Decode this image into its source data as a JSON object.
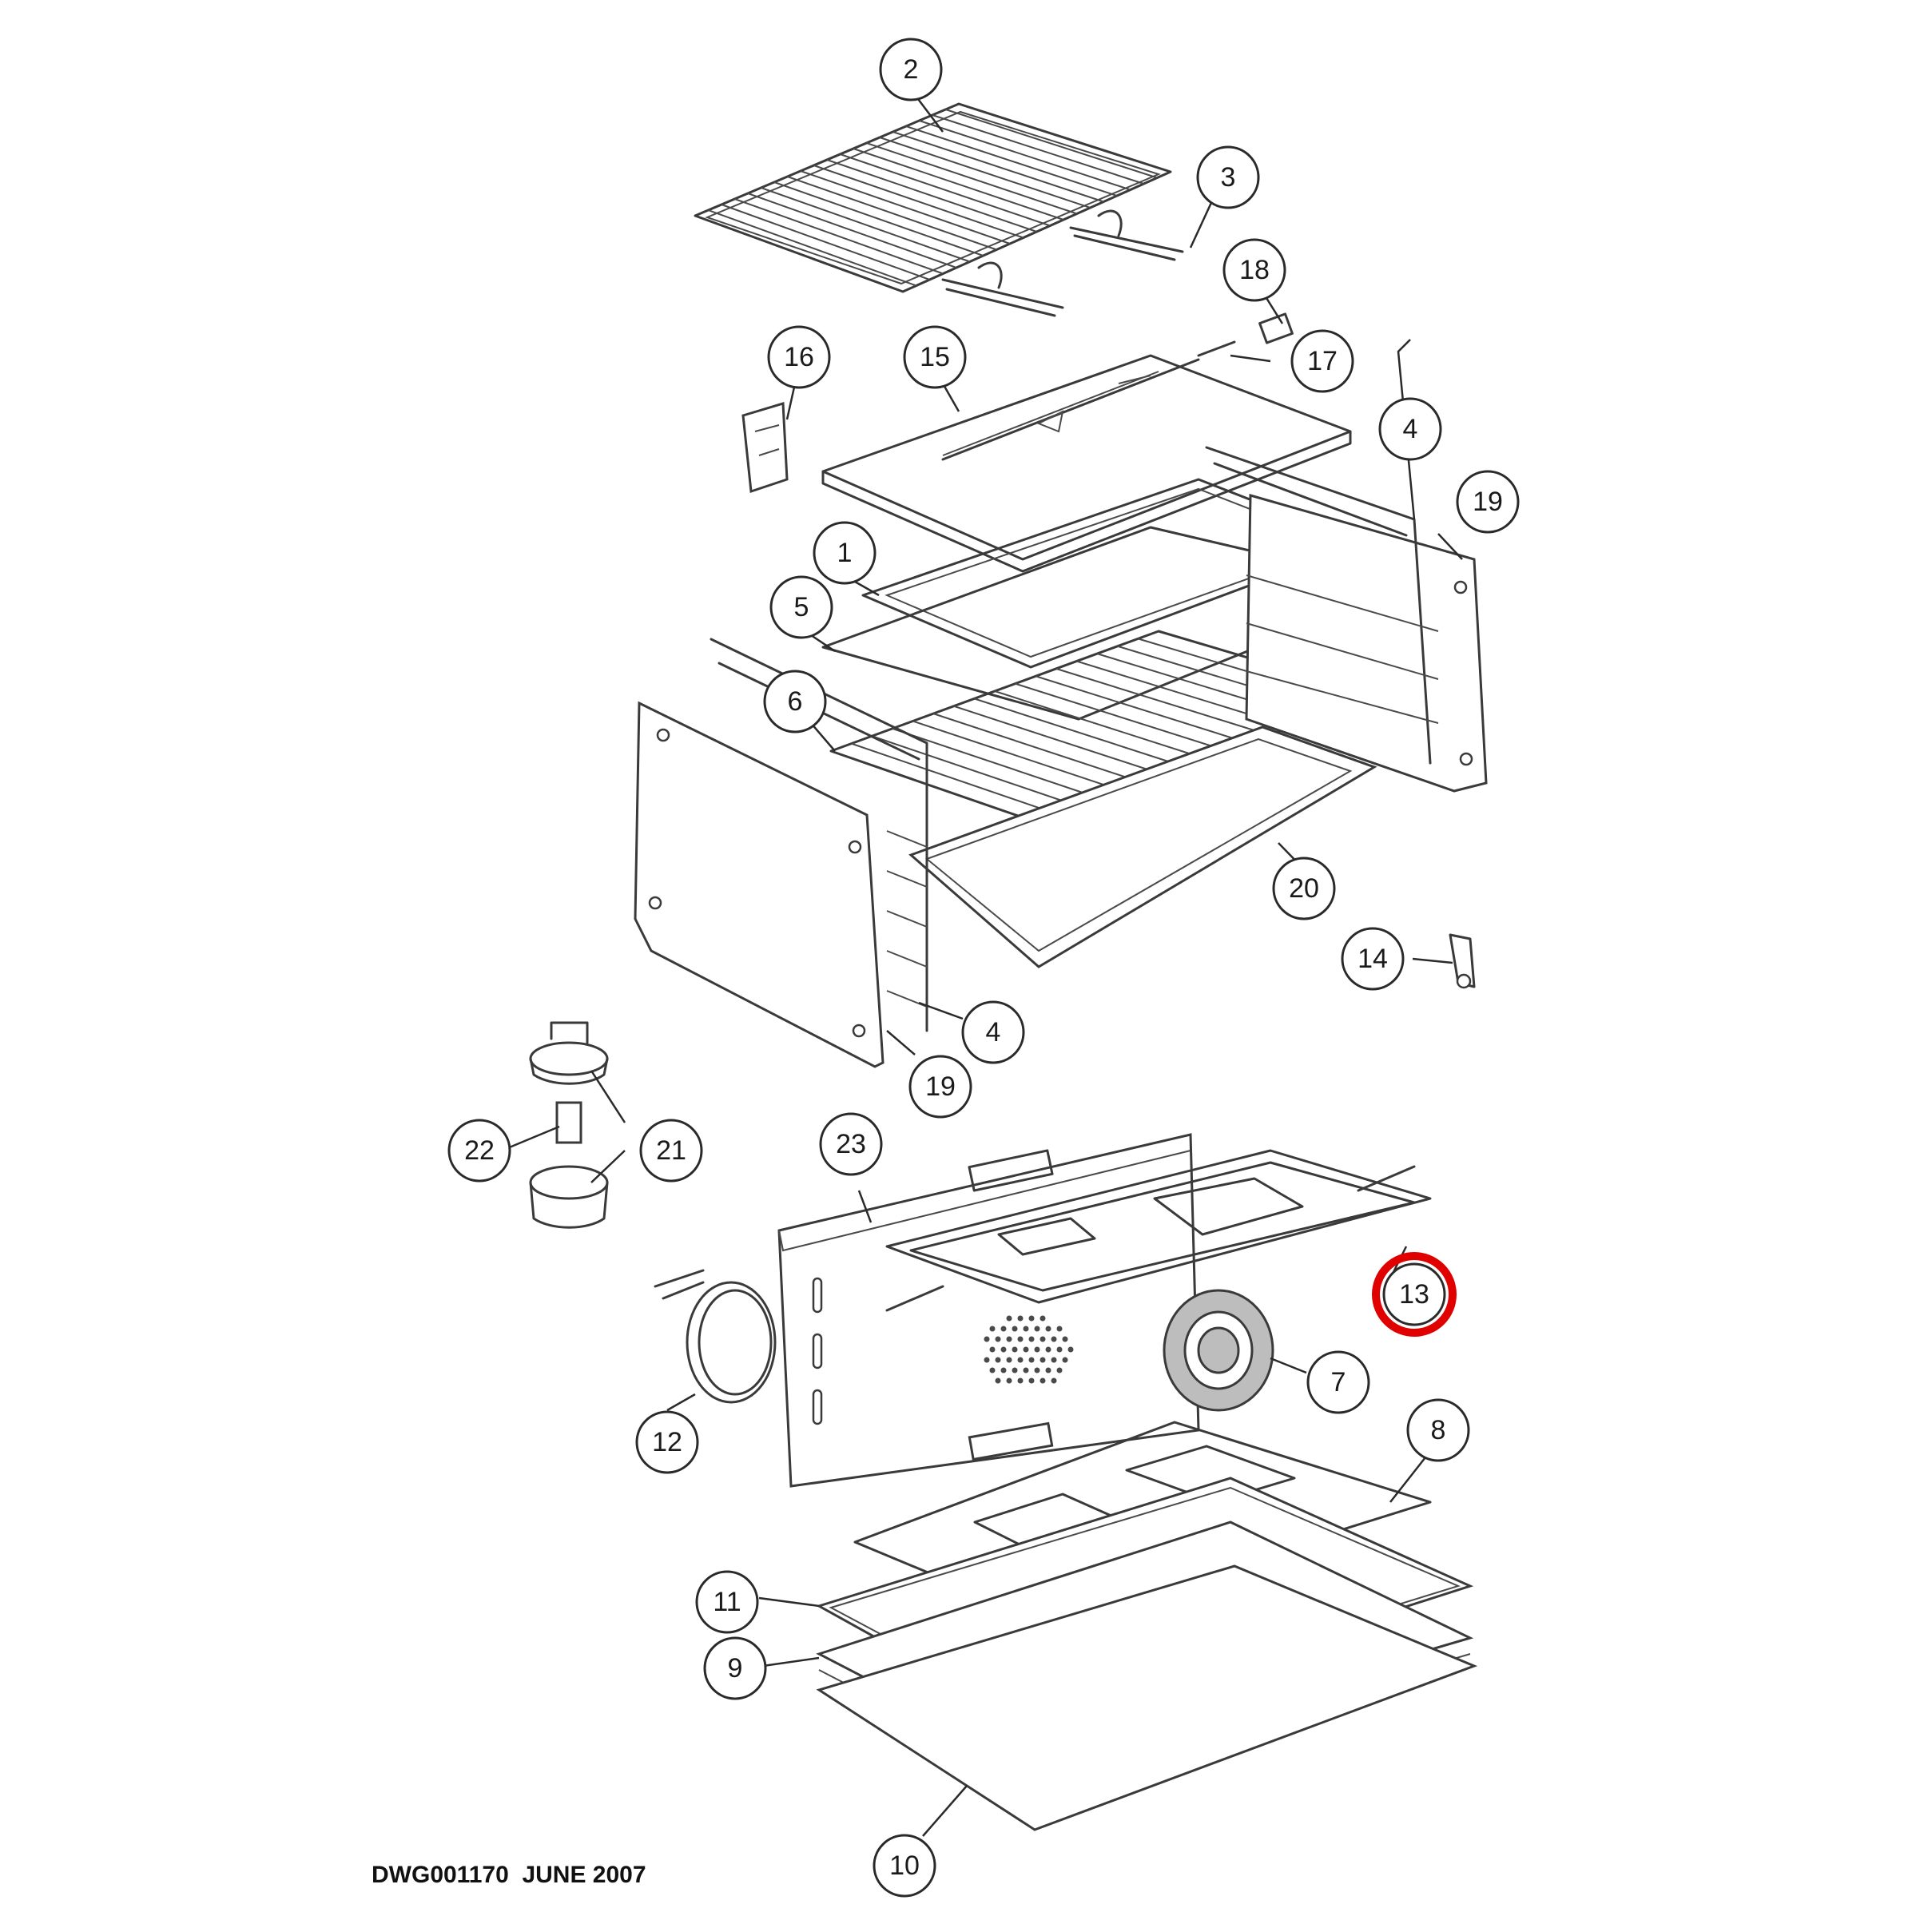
{
  "caption": "DWG001170  JUNE 2007",
  "highlight_color": "#e00000",
  "callouts": [
    {
      "id": "c2",
      "label": "2"
    },
    {
      "id": "c3",
      "label": "3"
    },
    {
      "id": "c18",
      "label": "18"
    },
    {
      "id": "c16",
      "label": "16"
    },
    {
      "id": "c15",
      "label": "15"
    },
    {
      "id": "c17",
      "label": "17"
    },
    {
      "id": "c4a",
      "label": "4"
    },
    {
      "id": "c19a",
      "label": "19"
    },
    {
      "id": "c1",
      "label": "1"
    },
    {
      "id": "c5",
      "label": "5"
    },
    {
      "id": "c6",
      "label": "6"
    },
    {
      "id": "c20",
      "label": "20"
    },
    {
      "id": "c14",
      "label": "14"
    },
    {
      "id": "c4b",
      "label": "4"
    },
    {
      "id": "c19b",
      "label": "19"
    },
    {
      "id": "c22",
      "label": "22"
    },
    {
      "id": "c21",
      "label": "21"
    },
    {
      "id": "c23",
      "label": "23"
    },
    {
      "id": "c13",
      "label": "13",
      "highlighted": true
    },
    {
      "id": "c7",
      "label": "7"
    },
    {
      "id": "c12",
      "label": "12"
    },
    {
      "id": "c8",
      "label": "8"
    },
    {
      "id": "c11",
      "label": "11"
    },
    {
      "id": "c9",
      "label": "9"
    },
    {
      "id": "c10",
      "label": "10"
    }
  ]
}
